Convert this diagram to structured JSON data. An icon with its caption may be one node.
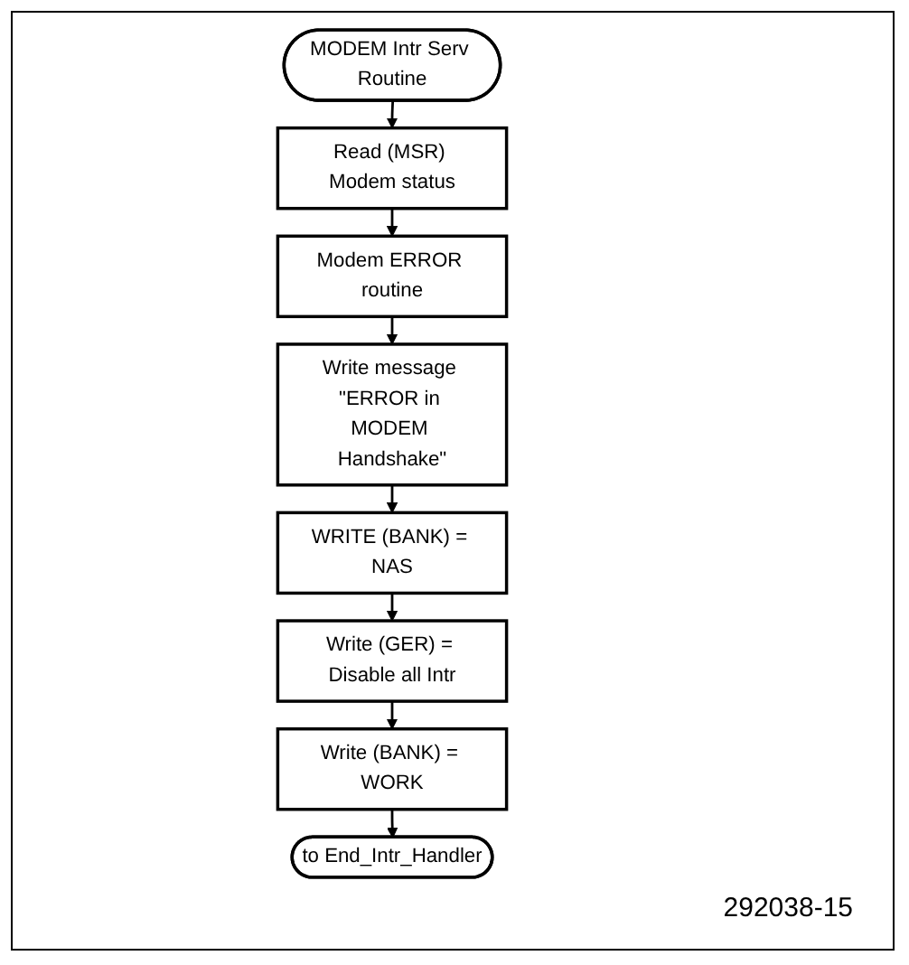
{
  "diagram": {
    "nodes": [
      {
        "text": [
          "MODEM Intr Serv Routine"
        ]
      },
      {
        "text": [
          "Read (MSR) Modem status"
        ]
      },
      {
        "text": [
          "Modem ERROR routine"
        ]
      },
      {
        "text": [
          "Write message \"ERROR in MODEM Handshake\""
        ]
      },
      {
        "text": [
          "WRITE (BANK) = NAS"
        ]
      },
      {
        "text": [
          "Write (GER) = Disable all Intr"
        ]
      },
      {
        "text": [
          "Write (BANK) = WORK"
        ]
      },
      {
        "text": [
          "to End_Intr_Handler"
        ]
      }
    ],
    "edges": [
      {
        "from": 0,
        "to": 1,
        "arrow": "to"
      },
      {
        "from": 1,
        "to": 2,
        "arrow": "to"
      },
      {
        "from": 2,
        "to": 3,
        "arrow": "to"
      },
      {
        "from": 3,
        "to": 4,
        "arrow": "to"
      },
      {
        "from": 4,
        "to": 5,
        "arrow": "to"
      },
      {
        "from": 5,
        "to": 6,
        "arrow": "to"
      },
      {
        "from": 6,
        "to": 7,
        "arrow": "to"
      }
    ],
    "labels": [
      "292038-15"
    ]
  }
}
